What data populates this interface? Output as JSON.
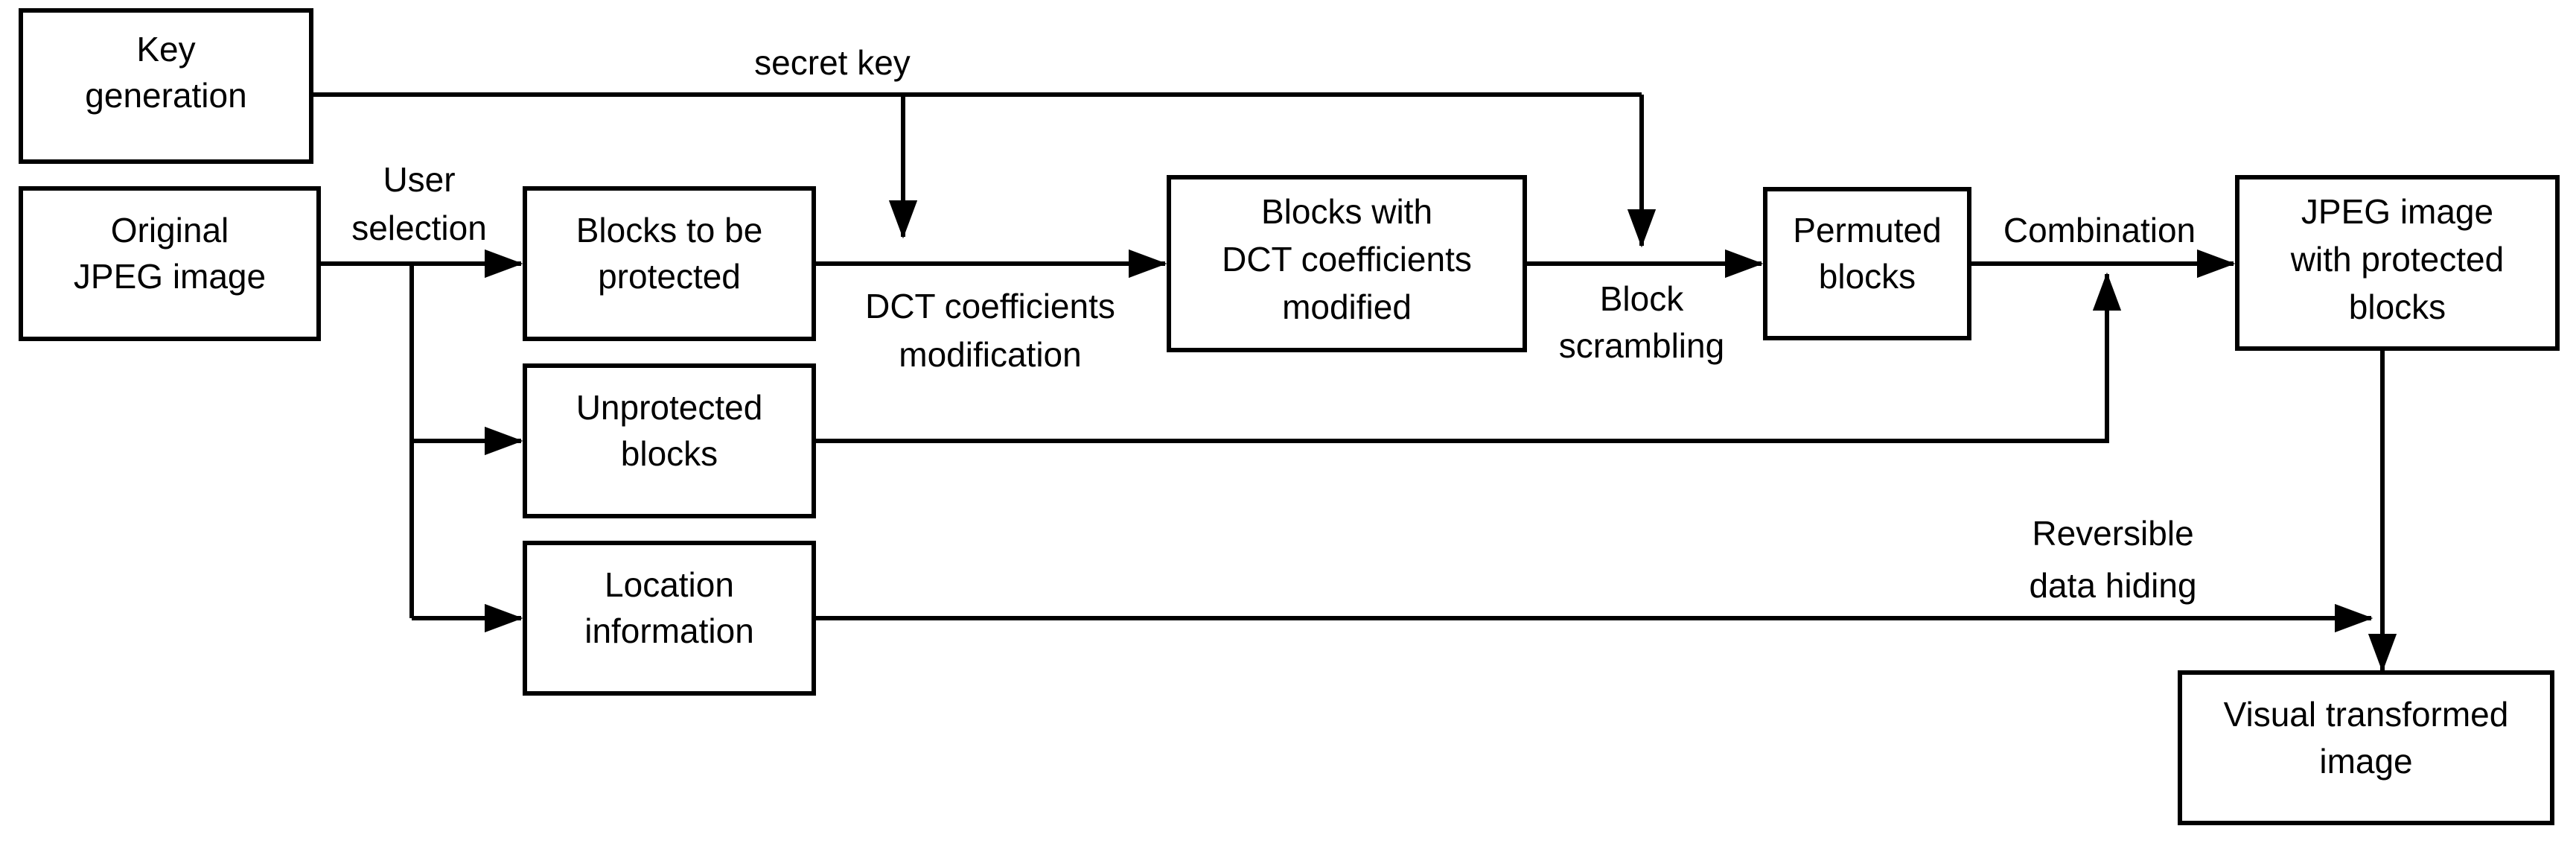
{
  "diagram": {
    "title": "JPEG visual protection flowchart",
    "background_color": "#ffffff",
    "line_color": "#000000",
    "text_color": "#000000",
    "nodes": [
      {
        "id": "key_generation",
        "line1": "Key",
        "line2": "generation",
        "line3": ""
      },
      {
        "id": "original_jpeg",
        "line1": "Original",
        "line2": "JPEG image",
        "line3": ""
      },
      {
        "id": "blocks_protected",
        "line1": "Blocks to be",
        "line2": "protected",
        "line3": ""
      },
      {
        "id": "unprotected",
        "line1": "Unprotected",
        "line2": "blocks",
        "line3": ""
      },
      {
        "id": "location_info",
        "line1": "Location",
        "line2": "information",
        "line3": ""
      },
      {
        "id": "blocks_dct",
        "line1": "Blocks with",
        "line2": "DCT coefficients",
        "line3": "modified"
      },
      {
        "id": "permuted_blocks",
        "line1": "Permuted",
        "line2": "blocks",
        "line3": ""
      },
      {
        "id": "jpeg_protected",
        "line1": "JPEG image",
        "line2": "with protected",
        "line3": "blocks"
      },
      {
        "id": "visual_image",
        "line1": "Visual transformed",
        "line2": "image",
        "line3": ""
      }
    ],
    "edge_labels": [
      {
        "id": "secret_key",
        "line1": "secret key",
        "line2": ""
      },
      {
        "id": "user_selection",
        "line1": "User",
        "line2": "selection"
      },
      {
        "id": "dct_mod",
        "line1": "DCT coefficients",
        "line2": "modification"
      },
      {
        "id": "block_scramble",
        "line1": "Block",
        "line2": "scrambling"
      },
      {
        "id": "combination",
        "line1": "Combination",
        "line2": ""
      },
      {
        "id": "rev_data_hide",
        "line1": "Reversible",
        "line2": "data hiding"
      }
    ]
  }
}
